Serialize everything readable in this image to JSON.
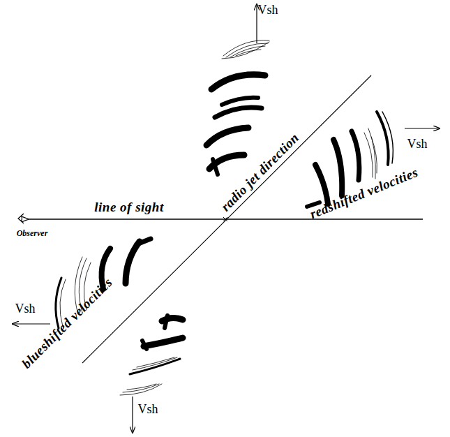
{
  "diagram": {
    "labels": [
      "Vsh",
      "Vsh",
      "Vsh",
      "Vsh",
      "radio jet direction",
      "line of sight",
      "Observer",
      "redshifted velocities",
      "blueshifted velocities"
    ]
  }
}
